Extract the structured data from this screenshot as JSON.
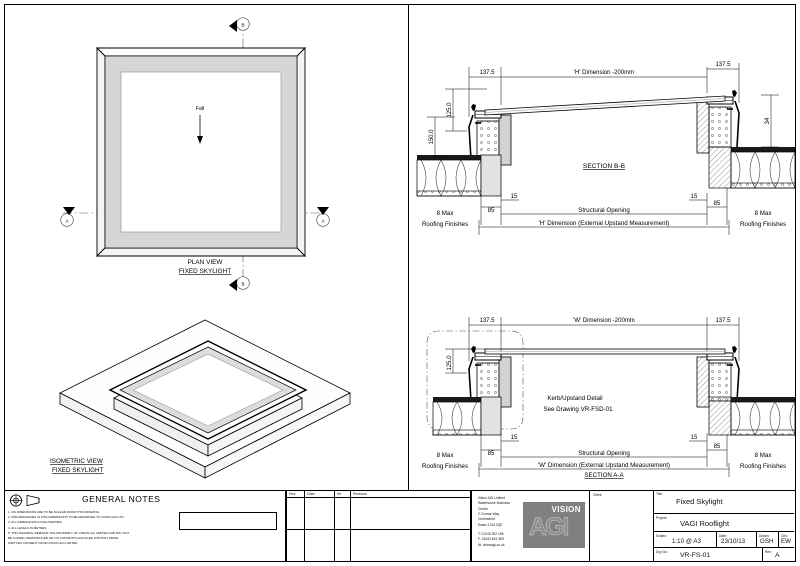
{
  "sheet": {
    "projection_symbol": "third-angle-projection-symbol"
  },
  "plan_view": {
    "title_line1": "PLAN VIEW",
    "title_line2": "FIXED SKYLIGHT",
    "fall_label": "Fall",
    "section_markers": [
      {
        "name": "B",
        "position": "top"
      },
      {
        "name": "B",
        "position": "bottom"
      },
      {
        "name": "A",
        "position": "left"
      },
      {
        "name": "A",
        "position": "right"
      }
    ]
  },
  "isometric_view": {
    "title_line1": "ISOMETRIC VIEW",
    "title_line2": "FIXED SKYLIGHT"
  },
  "section_bb": {
    "title": "SECTION B-B",
    "top_dimension": "'H' Dimension -200mm",
    "dim_left_horizontal": "137.5",
    "dim_right_horizontal": "137.5",
    "dim_vertical_inner": "125.0",
    "dim_vertical_outer": "150.0",
    "dim_right_vertical": "34",
    "dim_15_left": "15",
    "dim_15_right": "15",
    "dim_85_left": "85",
    "dim_85_right": "85",
    "structural_opening": "Structural Opening",
    "overall_dimension": "'H' Dimension (External Upstand Measurement)",
    "roofing_left_line1": "8 Max",
    "roofing_left_line2": "Roofing Finishes",
    "roofing_right_line1": "8 Max",
    "roofing_right_line2": "Roofing Finishes"
  },
  "section_aa": {
    "title": "SECTION A-A",
    "top_dimension": "'W' Dimension -200mm",
    "dim_left_horizontal": "137.5",
    "dim_right_horizontal": "137.5",
    "dim_vertical_inner": "125.0",
    "dim_15_left": "15",
    "dim_15_right": "15",
    "dim_85_left": "85",
    "dim_85_right": "85",
    "detail_note_line1": "Kerb/Upstand Detail",
    "detail_note_line2": "See Drawing VR-FSD-01",
    "structural_opening": "Structural Opening",
    "overall_dimension": "'W' Dimension (External Upstand Measurement)",
    "roofing_left_line1": "8 Max",
    "roofing_left_line2": "Roofing Finishes",
    "roofing_right_line1": "8 Max",
    "roofing_right_line2": "Roofing Finishes"
  },
  "title_block": {
    "notes_heading": "GENERAL NOTES",
    "notes": [
      "1. NO DIMENSIONS ARE TO BE SCALED FROM THIS DRAWING.",
      "2. DISCREPANCIES IN SITE DIMENSIONS TO BE REPORTED TO VISION AGI LTD.",
      "3. ALL DIMENSIONS IN MILLIMETRES.",
      "4. ALL LEVELS IN METRES.",
      "5. THIS DRAWING REMAINS THE PROPERTY OF VISION AGI LIMITED AND MAY NOT",
      "    BE COPIED, REPRODUCED OR ITS CONTENTS DIVULGED WITHOUT PRIOR",
      "    WRITTEN CONSENT FROM  VISION AGI LIMITED."
    ],
    "revision_headers": [
      "Rev",
      "Date",
      "Int",
      "Revision"
    ],
    "revision_rows": [
      {
        "rev": "",
        "date": "",
        "int": "",
        "revision": ""
      },
      {
        "rev": "",
        "date": "",
        "int": "",
        "revision": ""
      }
    ],
    "company": {
      "lines": [
        "Vision AGI Limited",
        "Waterhouse Business",
        "Center",
        "2 Cromar Way",
        "Chelmsford",
        "Essex 1CM 2QE"
      ],
      "telephone": "T: 01245 202 198",
      "fax": "F: 01623 841 989",
      "web": "W: visionagi.co.uk",
      "logo_word": "VISION",
      "logo_mark": "AGI"
    },
    "client_label": "Client:",
    "client_value": "",
    "title_label": "Title:",
    "title_value": "Fixed Skylight",
    "project_label": "Project:",
    "project_value": "VAGI Rooflight",
    "scales_label": "Scales:",
    "scales_value": "1:10 @ A3",
    "date_label": "Date:",
    "date_value": "23/10/13",
    "drawn_label": "Drawn:",
    "drawn_value": "GSH",
    "chk_label": "Chk:",
    "chk_value": "EW",
    "drg_no_label": "Drg No.:",
    "drg_no_value": "VR-FS-01",
    "rev_label": "Rev:",
    "rev_value": "A"
  },
  "colors": {
    "line": "#000000",
    "hatch_grey": "#d8d8d8",
    "fill_grey": "#cfcfcf",
    "logo_grey": "#808080"
  }
}
